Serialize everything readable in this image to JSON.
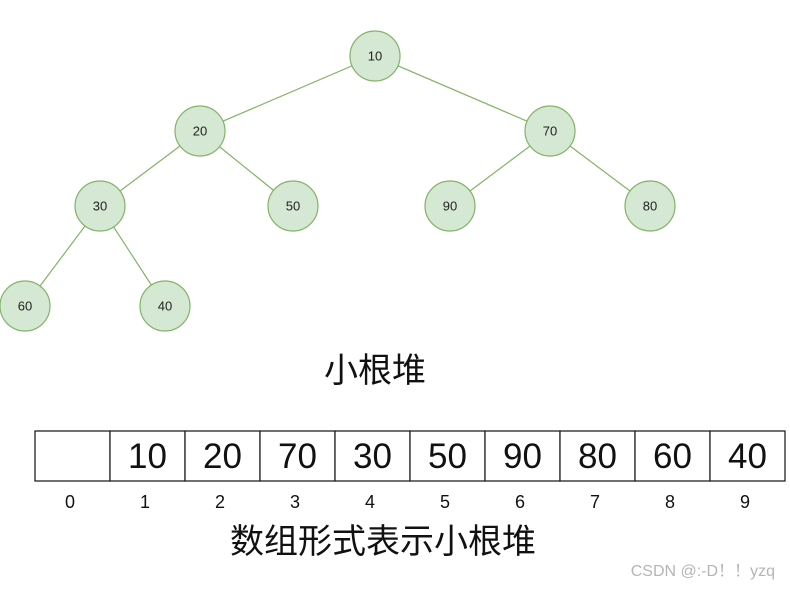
{
  "tree": {
    "nodes": [
      {
        "id": "n10",
        "label": "10"
      },
      {
        "id": "n20",
        "label": "20"
      },
      {
        "id": "n70",
        "label": "70"
      },
      {
        "id": "n30",
        "label": "30"
      },
      {
        "id": "n50",
        "label": "50"
      },
      {
        "id": "n90",
        "label": "90"
      },
      {
        "id": "n80",
        "label": "80"
      },
      {
        "id": "n60",
        "label": "60"
      },
      {
        "id": "n40",
        "label": "40"
      }
    ],
    "edges": [
      [
        "n10",
        "n20"
      ],
      [
        "n10",
        "n70"
      ],
      [
        "n20",
        "n30"
      ],
      [
        "n20",
        "n50"
      ],
      [
        "n70",
        "n90"
      ],
      [
        "n70",
        "n80"
      ],
      [
        "n30",
        "n60"
      ],
      [
        "n30",
        "n40"
      ]
    ],
    "caption": "小根堆"
  },
  "array": {
    "cells": [
      "",
      "10",
      "20",
      "70",
      "30",
      "50",
      "90",
      "80",
      "60",
      "40"
    ],
    "indices": [
      "0",
      "1",
      "2",
      "3",
      "4",
      "5",
      "6",
      "7",
      "8",
      "9"
    ],
    "caption": "数组形式表示小根堆"
  },
  "watermark": "CSDN @:-D！！yzq",
  "colors": {
    "node_fill": "#d5e8d4",
    "node_stroke": "#82b366",
    "edge": "#82b366"
  }
}
